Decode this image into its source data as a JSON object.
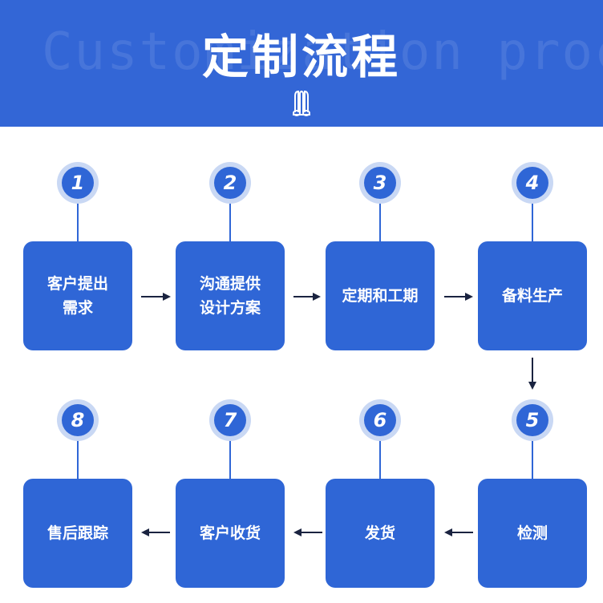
{
  "header": {
    "background_text": "Customization process",
    "title": "定制流程",
    "icon": "tooling-icon"
  },
  "colors": {
    "banner": "#3366d6",
    "box": "#2f66d6",
    "badge_ring": "#c9d8f4",
    "arrow": "#1a2340"
  },
  "steps": [
    {
      "number": "1",
      "label": "客户提出需求"
    },
    {
      "number": "2",
      "label": "沟通提供设计方案"
    },
    {
      "number": "3",
      "label": "定期和工期"
    },
    {
      "number": "4",
      "label": "备料生产"
    },
    {
      "number": "5",
      "label": "检测"
    },
    {
      "number": "6",
      "label": "发货"
    },
    {
      "number": "7",
      "label": "客户收货"
    },
    {
      "number": "8",
      "label": "售后跟踪"
    }
  ]
}
